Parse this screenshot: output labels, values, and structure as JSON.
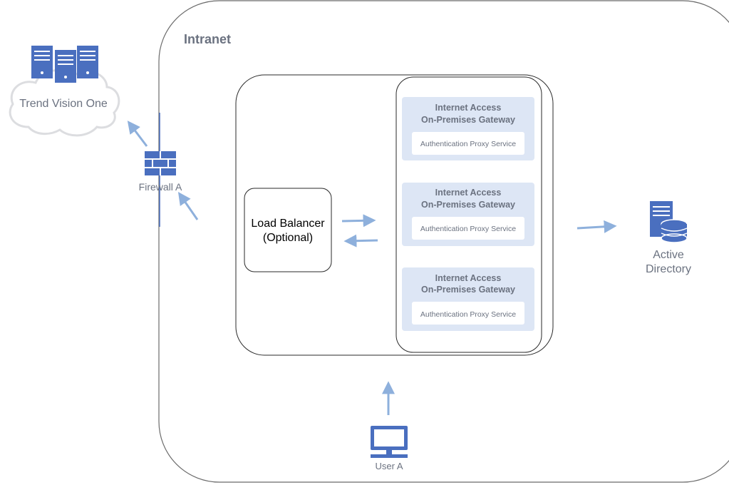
{
  "zones": {
    "intranet": {
      "label": "Intranet"
    }
  },
  "cloud": {
    "label": "Trend Vision One"
  },
  "firewall": {
    "label": "Firewall A"
  },
  "load_balancer": {
    "line1": "Load Balancer",
    "line2": "(Optional)"
  },
  "gateways": [
    {
      "title1": "Internet Access",
      "title2": "On-Premises Gateway",
      "service": "Authentication Proxy Service"
    },
    {
      "title1": "Internet Access",
      "title2": "On-Premises Gateway",
      "service": "Authentication Proxy Service"
    },
    {
      "title1": "Internet Access",
      "title2": "On-Premises Gateway",
      "service": "Authentication Proxy Service"
    }
  ],
  "active_directory": {
    "line1": "Active",
    "line2": "Directory"
  },
  "user": {
    "label": "User A"
  },
  "colors": {
    "icon_blue": "#4a6fbf",
    "arrow_blue": "#8eb0dc",
    "gateway_fill": "#dde6f5",
    "label_gray": "#6b7280",
    "zone_stroke": "#6b6b6b"
  }
}
